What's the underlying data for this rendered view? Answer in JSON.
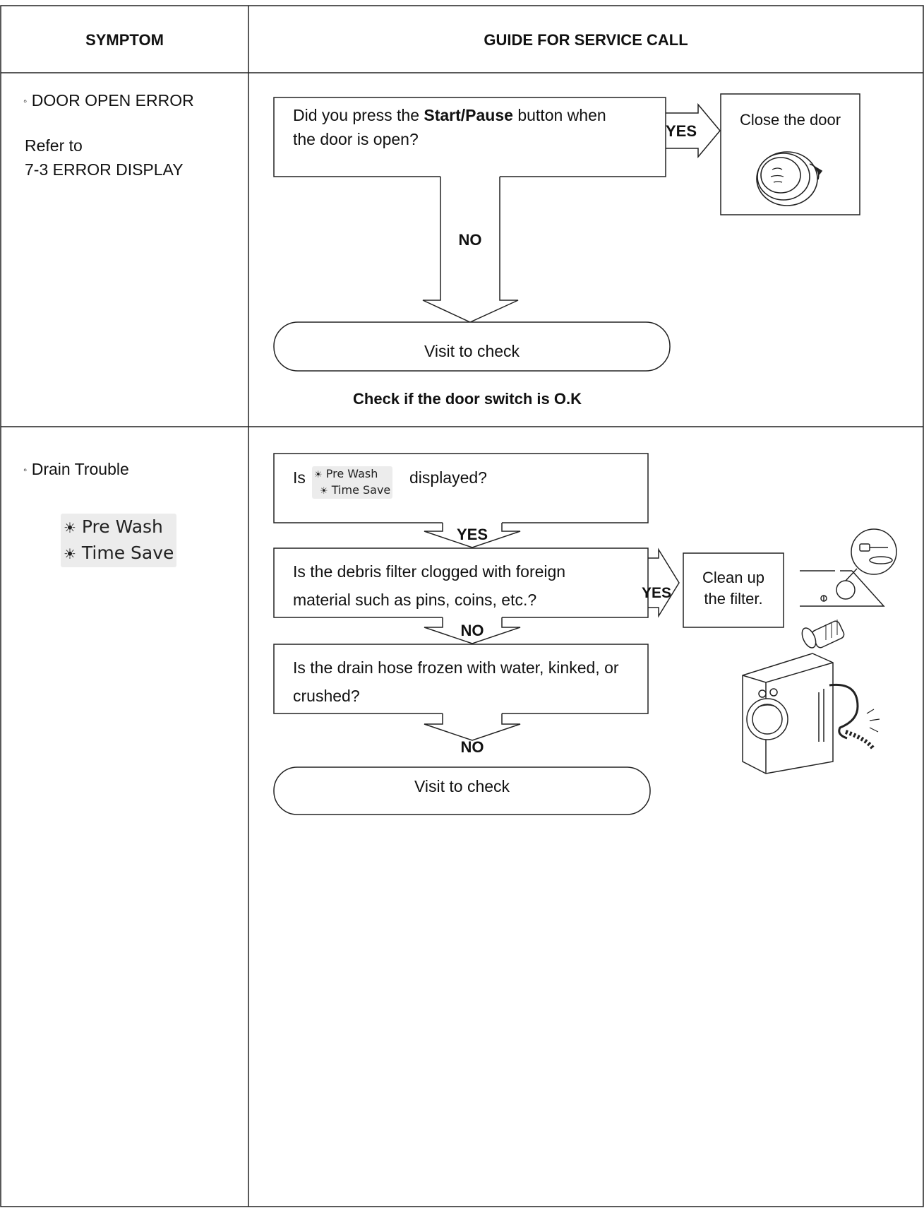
{
  "header": {
    "symptom": "SYMPTOM",
    "guide": "GUIDE FOR SERVICE CALL"
  },
  "row1": {
    "symptom": {
      "title": "DOOR OPEN ERROR",
      "refer_line1": "Refer to",
      "refer_line2": "7-3 ERROR DISPLAY"
    },
    "question_prefix": "Did you press the ",
    "question_bold": "Start/Pause",
    "question_suffix": " button when",
    "question_line2": "the door is open?",
    "yes_label": "YES",
    "action": "Close the door",
    "no_label": "NO",
    "terminal": "Visit to check",
    "note": "Check if the door switch is O.K"
  },
  "row2": {
    "symptom": {
      "title": "Drain Trouble",
      "display_line1": "Pre Wash",
      "display_line2": "Time Save"
    },
    "q1_prefix": "Is",
    "q1_display_line1": "Pre Wash",
    "q1_display_line2": "Time Save",
    "q1_suffix": "displayed?",
    "yes1_label": "YES",
    "q2_line1": "Is the debris filter clogged with foreign",
    "q2_line2": "material such as pins, coins, etc.?",
    "yes2_label": "YES",
    "action_line1": "Clean up",
    "action_line2": "the filter.",
    "no1_label": "NO",
    "q3_line1": "Is the drain hose frozen with water, kinked, or",
    "q3_line2": "crushed?",
    "no2_label": "NO",
    "terminal": "Visit to check"
  }
}
